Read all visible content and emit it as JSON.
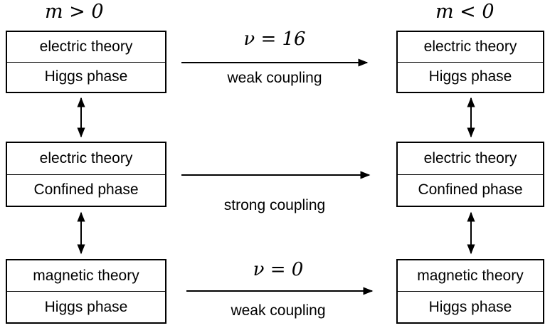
{
  "headers": {
    "left": "m > 0",
    "right": "m < 0"
  },
  "rows": [
    {
      "left": {
        "top": "electric theory",
        "bottom": "Higgs phase"
      },
      "right": {
        "top": "electric theory",
        "bottom": "Higgs phase"
      },
      "arrow_above": "ν = 16",
      "arrow_below": "weak coupling"
    },
    {
      "left": {
        "top": "electric theory",
        "bottom": "Confined phase"
      },
      "right": {
        "top": "electric theory",
        "bottom": "Confined phase"
      },
      "arrow_above": "",
      "arrow_below": "strong coupling"
    },
    {
      "left": {
        "top": "magnetic theory",
        "bottom": "Higgs phase"
      },
      "right": {
        "top": "magnetic theory",
        "bottom": "Higgs phase"
      },
      "arrow_above": "ν = 0",
      "arrow_below": "weak coupling"
    }
  ]
}
